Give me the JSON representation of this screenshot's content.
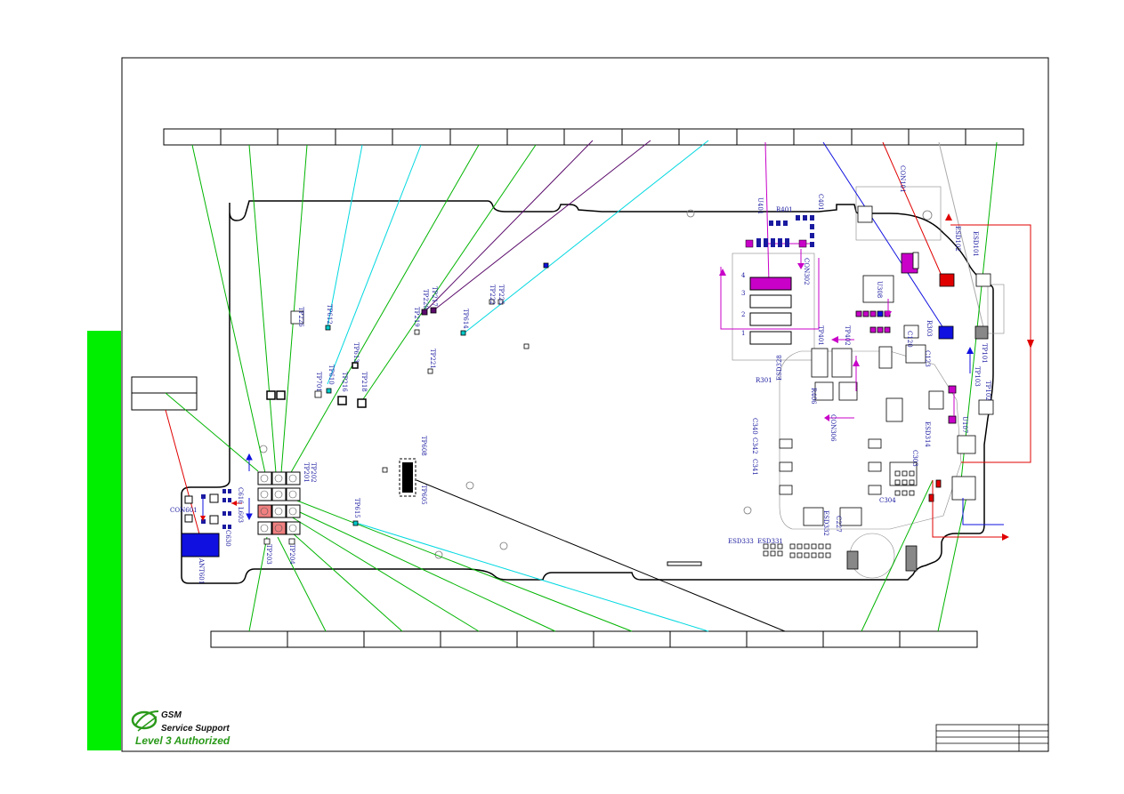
{
  "logo": {
    "line1": "GSM",
    "line2": "Service Support",
    "line3": "Level 3 Authorized"
  },
  "colors": {
    "green_bar": "#00ee00",
    "leader_green": "#00b400",
    "leader_cyan": "#00d8e0",
    "leader_purple": "#5a0a6a",
    "leader_blue": "#1010e0",
    "leader_red": "#e00000",
    "leader_gray": "#aaaaaa",
    "magenta": "#c800c8",
    "pink_pad": "#f08080",
    "label_blue": "#1a1aa0"
  },
  "components": {
    "tp226": "TP226",
    "tp612": "TP612",
    "tp613": "TP613",
    "tp610": "TP610",
    "tp701": "TP701",
    "tp216": "TP216",
    "tp218": "TP218",
    "tp219": "TP219",
    "tp220": "TP220",
    "tp221": "TP221",
    "tp217": "TP217",
    "tp614": "TP614",
    "tp222": "TP222",
    "tp225": "TP225",
    "tp615": "TP615",
    "tp605": "TP605",
    "tp608": "TP608",
    "tp201": "TP201",
    "tp202": "TP202",
    "tp203": "TP203",
    "tp204": "TP204",
    "con601": "CON601",
    "ant601": "ANT601",
    "l603": "L603",
    "c616": "C616",
    "c630": "C630",
    "u401": "U401",
    "c401": "C401",
    "r401": "R401",
    "con302": "CON302",
    "u308": "U308",
    "esd328": "ESD328",
    "r301": "R301",
    "tp401": "TP401",
    "tp402": "TP402",
    "r406": "R406",
    "c340": "C340",
    "c342": "C342",
    "c341": "C341",
    "con306": "CON306",
    "esd314": "ESD314",
    "c303": "C303",
    "c304": "C304",
    "esd333": "ESD333",
    "esd331": "ESD331",
    "esd332": "ESD332",
    "c227": "C227",
    "esd101": "ESD101",
    "esd102": "ESD102",
    "con101": "CON101",
    "u107": "U107",
    "c120": "C120",
    "c123": "C123",
    "r303": "R303",
    "tp101": "TP101",
    "tp102": "TP102",
    "tp103": "TP103",
    "pin1": "1",
    "pin2": "2",
    "pin3": "3",
    "pin4": "4"
  }
}
